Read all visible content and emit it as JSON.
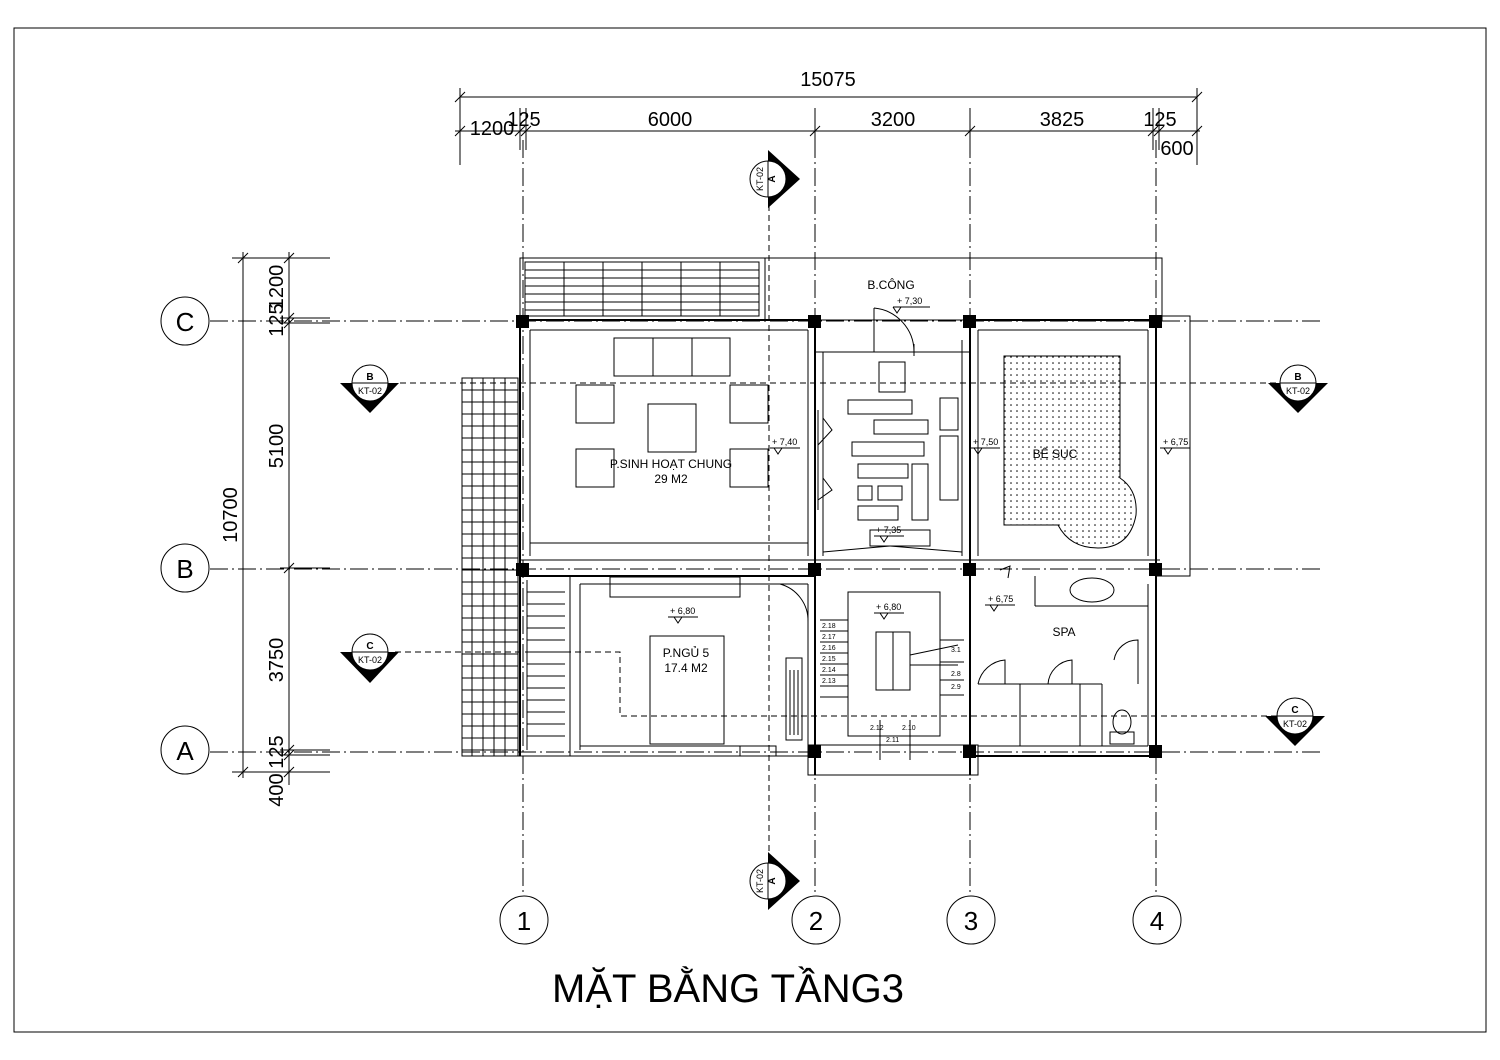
{
  "drawing": {
    "title": "MẶT BẰNG TẦNG3",
    "dimensions": {
      "overall_width": "15075",
      "top_segments": [
        "1200",
        "125",
        "6000",
        "3200",
        "3825",
        "125",
        "600"
      ],
      "overall_height": "10700",
      "left_segments": [
        "1200",
        "125",
        "5100",
        "3750",
        "125",
        "400"
      ]
    },
    "grid_axes": {
      "columns": [
        "1",
        "2",
        "3",
        "4"
      ],
      "rows": [
        "C",
        "B",
        "A"
      ]
    },
    "section_markers": [
      {
        "letter": "A",
        "sheet": "KT-02"
      },
      {
        "letter": "A",
        "sheet": "KT-02"
      },
      {
        "letter": "B",
        "sheet": "KT-02"
      },
      {
        "letter": "B",
        "sheet": "KT-02"
      },
      {
        "letter": "C",
        "sheet": "KT-02"
      },
      {
        "letter": "C",
        "sheet": "KT-02"
      }
    ],
    "rooms": {
      "living_name": "P.SINH HOẠT CHUNG",
      "living_area": "29 M2",
      "bedroom_name": "P.NGỦ 5",
      "bedroom_area": "17.4 M2",
      "balcony": "B.CÔNG",
      "pool": "BỂ SỤC",
      "spa": "SPA"
    },
    "levels": [
      "+ 7,30",
      "+ 7,40",
      "+ 7,35",
      "+ 7,50",
      "+ 6,75",
      "+ 6,80",
      "+ 6,80",
      "+ 6,75"
    ],
    "stair_labels": [
      "2.18",
      "2.17",
      "2.16",
      "2.15",
      "2.14",
      "2.13",
      "3.1",
      "2.8",
      "2.9",
      "2.12",
      "2.10",
      "2.11"
    ]
  }
}
